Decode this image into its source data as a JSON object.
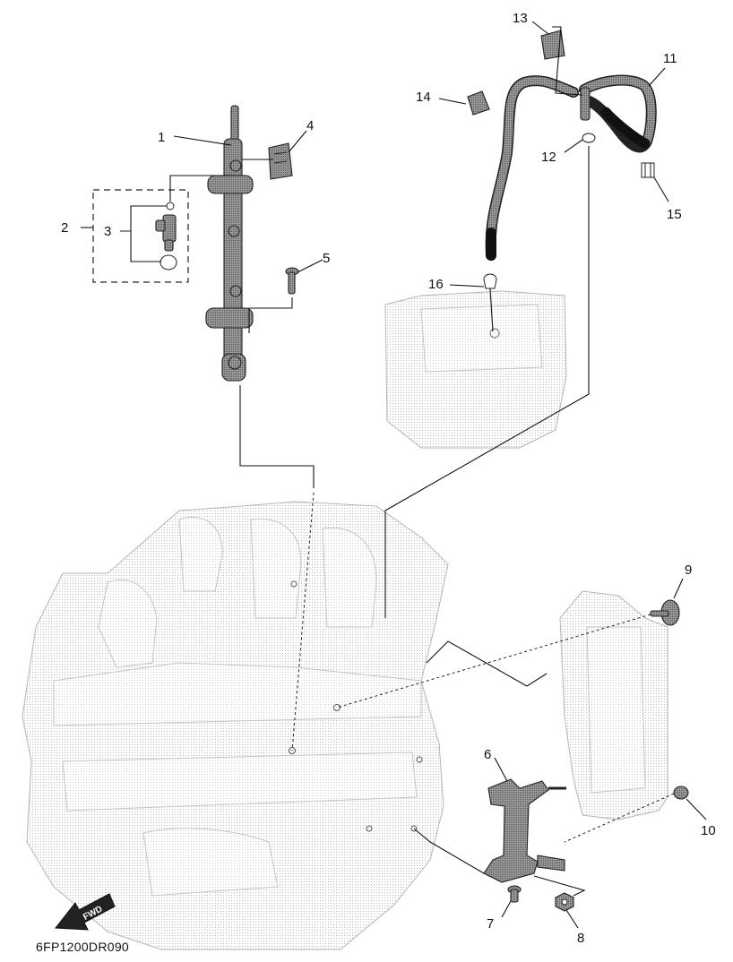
{
  "callouts": [
    {
      "num": "1"
    },
    {
      "num": "2"
    },
    {
      "num": "3"
    },
    {
      "num": "4"
    },
    {
      "num": "5"
    },
    {
      "num": "6"
    },
    {
      "num": "7"
    },
    {
      "num": "8"
    },
    {
      "num": "9"
    },
    {
      "num": "10"
    },
    {
      "num": "11"
    },
    {
      "num": "12"
    },
    {
      "num": "13"
    },
    {
      "num": "14"
    },
    {
      "num": "15"
    },
    {
      "num": "16"
    }
  ],
  "reference_code": "6FP1200DR090",
  "fwd_label": "FWD",
  "colors": {
    "ink": "#111111",
    "ghost": "#b5b5b5",
    "part": "#3a3a3a"
  }
}
